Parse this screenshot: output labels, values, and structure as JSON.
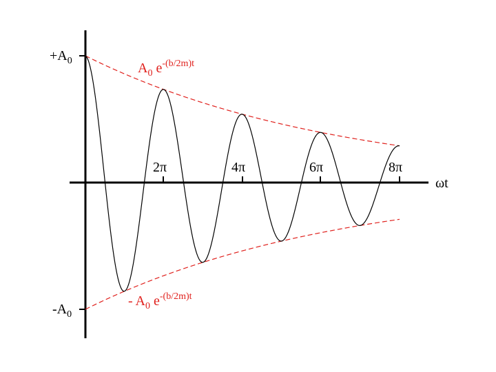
{
  "colors": {
    "axis": "#000000",
    "curve": "#000000",
    "envelope": "#e0201c"
  },
  "y_labels": {
    "top_prefix": "+A",
    "bottom_prefix": "-A",
    "subscript": "0"
  },
  "x_axis": {
    "label": "ωt",
    "ticks": [
      "2π",
      "4π",
      "6π",
      "8π"
    ]
  },
  "envelope_labels": {
    "upper": {
      "prefix": "A",
      "sub": "0",
      "base": " e",
      "sup": "-(b/2m)t"
    },
    "lower": {
      "prefix": "- A",
      "sub": "0",
      "base": " e",
      "sup": "-(b/2m)t"
    }
  },
  "chart_data": {
    "type": "line",
    "function": "A0 · e^(-(b/2m)t) · cos(ωt)",
    "x_range": [
      0,
      25.13
    ],
    "x_ticks": [
      "2π",
      "4π",
      "6π",
      "8π"
    ],
    "amplitude_start": 1,
    "amplitude_end": 0.29,
    "xlabel": "ωt",
    "envelope": [
      "A0 e^-(b/2m)t",
      "- A0 e^-(b/2m)t"
    ]
  }
}
